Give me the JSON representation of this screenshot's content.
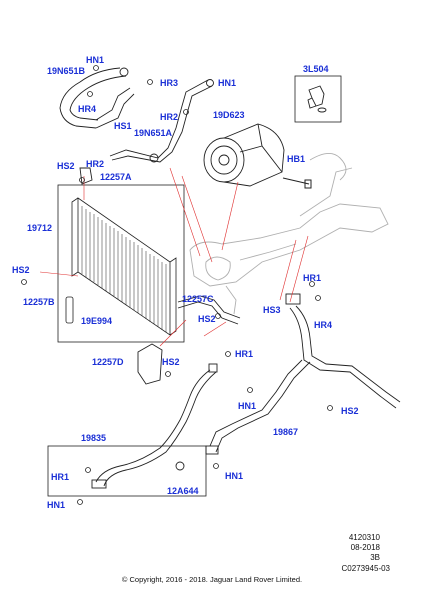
{
  "labels": {
    "hn1_top": "HN1",
    "n19n651b": "19N651B",
    "hr4_top": "HR4",
    "hr3": "HR3",
    "hn1_mid": "HN1",
    "hr2_top": "HR2",
    "hs1": "HS1",
    "n19n651a": "19N651A",
    "hs2_left": "HS2",
    "hr2_left": "HR2",
    "n12257a": "12257A",
    "n3l504": "3L504",
    "n19d623": "19D623",
    "hb1": "HB1",
    "n19712": "19712",
    "hs2_mid": "HS2",
    "n12257b": "12257B",
    "n19e994": "19E994",
    "n12257c": "12257C",
    "hs2_c": "HS2",
    "hr1_right": "HR1",
    "hs3": "HS3",
    "hr4_right": "HR4",
    "n12257d": "12257D",
    "hs2_d": "HS2",
    "hr1_center": "HR1",
    "hn1_center": "HN1",
    "hs2_right": "HS2",
    "n19867": "19867",
    "n19835": "19835",
    "hr1_bottom": "HR1",
    "hn1_lower": "HN1",
    "n12a644": "12A644",
    "hn1_bottom": "HN1"
  },
  "footer": {
    "ref": "4120310",
    "date": "08-2018",
    "rev": "3B",
    "code": "C0273945-03",
    "copyright": "© Copyright, 2016 - 2018. Jaguar Land Rover Limited."
  },
  "colors": {
    "label": "#1a2fd6",
    "leader": "#e03030",
    "line": "#222222",
    "ghost": "#b0b0b0"
  }
}
